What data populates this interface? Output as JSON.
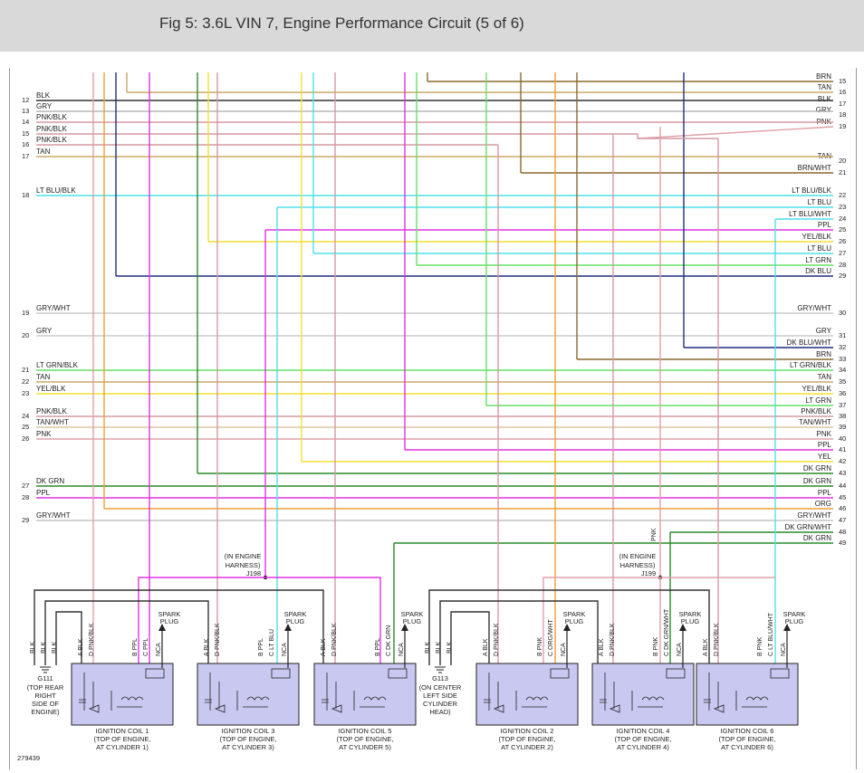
{
  "title": "Fig 5: 3.6L VIN 7, Engine Performance Circuit (5 of 6)",
  "figure_id": "279439",
  "left_wires": [
    {
      "num": "12",
      "color": "BLK"
    },
    {
      "num": "13",
      "color": "GRY"
    },
    {
      "num": "14",
      "color": "PNK/BLK"
    },
    {
      "num": "15",
      "color": "PNK/BLK"
    },
    {
      "num": "16",
      "color": "PNK/BLK"
    },
    {
      "num": "17",
      "color": "TAN"
    },
    {
      "num": "18",
      "color": "LT BLU/BLK"
    },
    {
      "num": "19",
      "color": "GRY/WHT"
    },
    {
      "num": "20",
      "color": "GRY"
    },
    {
      "num": "21",
      "color": "LT GRN/BLK"
    },
    {
      "num": "22",
      "color": "TAN"
    },
    {
      "num": "23",
      "color": "YEL/BLK"
    },
    {
      "num": "24",
      "color": "PNK/BLK"
    },
    {
      "num": "25",
      "color": "TAN/WHT"
    },
    {
      "num": "26",
      "color": "PNK"
    },
    {
      "num": "27",
      "color": "DK GRN"
    },
    {
      "num": "28",
      "color": "PPL"
    },
    {
      "num": "29",
      "color": "GRY/WHT"
    }
  ],
  "right_wires": [
    {
      "num": "15",
      "color": "BRN"
    },
    {
      "num": "16",
      "color": "TAN"
    },
    {
      "num": "17",
      "color": "BLK"
    },
    {
      "num": "18",
      "color": "GRY"
    },
    {
      "num": "19",
      "color": "PNK"
    },
    {
      "num": "20",
      "color": "TAN"
    },
    {
      "num": "21",
      "color": "BRN/WHT"
    },
    {
      "num": "22",
      "color": "LT BLU/BLK"
    },
    {
      "num": "23",
      "color": "LT BLU"
    },
    {
      "num": "24",
      "color": "LT BLU/WHT"
    },
    {
      "num": "25",
      "color": "PPL"
    },
    {
      "num": "26",
      "color": "YEL/BLK"
    },
    {
      "num": "27",
      "color": "LT BLU"
    },
    {
      "num": "28",
      "color": "LT GRN"
    },
    {
      "num": "29",
      "color": "DK BLU"
    },
    {
      "num": "30",
      "color": "GRY/WHT"
    },
    {
      "num": "31",
      "color": "GRY"
    },
    {
      "num": "32",
      "color": "DK BLU/WHT"
    },
    {
      "num": "33",
      "color": "BRN"
    },
    {
      "num": "34",
      "color": "LT GRN/BLK"
    },
    {
      "num": "35",
      "color": "TAN"
    },
    {
      "num": "36",
      "color": "YEL/BLK"
    },
    {
      "num": "37",
      "color": "LT GRN"
    },
    {
      "num": "38",
      "color": "PNK/BLK"
    },
    {
      "num": "39",
      "color": "TAN/WHT"
    },
    {
      "num": "40",
      "color": "PNK"
    },
    {
      "num": "41",
      "color": "PPL"
    },
    {
      "num": "42",
      "color": "YEL"
    },
    {
      "num": "43",
      "color": "DK GRN"
    },
    {
      "num": "44",
      "color": "DK GRN"
    },
    {
      "num": "45",
      "color": "PPL"
    },
    {
      "num": "46",
      "color": "ORG"
    },
    {
      "num": "47",
      "color": "GRY/WHT"
    },
    {
      "num": "48",
      "color": "DK GRN/WHT"
    },
    {
      "num": "49",
      "color": "DK GRN"
    }
  ],
  "harness": [
    {
      "text1": "(IN ENGINE",
      "text2": "HARNESS)",
      "conn": "J198"
    },
    {
      "text1": "(IN ENGINE",
      "text2": "HARNESS)",
      "conn": "J199"
    }
  ],
  "pnk_label": "PNK",
  "grounds": [
    {
      "id": "G111",
      "lines": [
        "(TOP REAR",
        "RIGHT",
        "SIDE OF",
        "ENGINE)"
      ]
    },
    {
      "id": "G113",
      "lines": [
        "(ON CENTER",
        "LEFT SIDE",
        "CYLINDER",
        "HEAD)"
      ]
    }
  ],
  "ground_pin_labels": [
    "BLK",
    "BLK",
    "BLK"
  ],
  "spark_plug": [
    "SPARK",
    "PLUG"
  ],
  "coils": [
    {
      "name": "IGNITION COIL 1",
      "loc1": "(TOP OF ENGINE,",
      "loc2": "AT CYLINDER 1)",
      "pins": [
        "A  BLK",
        "D  PNK/BLK",
        "B  PPL",
        "C  PPL",
        "NCA"
      ]
    },
    {
      "name": "IGNITION COIL 3",
      "loc1": "(TOP OF ENGINE,",
      "loc2": "AT CYLINDER 3)",
      "pins": [
        "A  BLK",
        "D  PNK/BLK",
        "B  PPL",
        "C  LT BLU",
        "NCA"
      ]
    },
    {
      "name": "IGNITION COIL 5",
      "loc1": "(TOP OF ENGINE,",
      "loc2": "AT CYLINDER 5)",
      "pins": [
        "A  BLK",
        "D  PNK/BLK",
        "B  PPL",
        "C  DK GRN",
        "NCA"
      ]
    },
    {
      "name": "IGNITION COIL 2",
      "loc1": "(TOP OF ENGINE,",
      "loc2": "AT CYLINDER 2)",
      "pins": [
        "A  BLK",
        "D  PNK/BLK",
        "B  PNK",
        "C  ORG/WHT",
        "NCA"
      ]
    },
    {
      "name": "IGNITION COIL 4",
      "loc1": "(TOP OF ENGINE,",
      "loc2": "AT CYLINDER 4)",
      "pins": [
        "A  BLK",
        "D  PNK/BLK",
        "B  PNK",
        "C  DK GRN/WHT",
        "NCA"
      ]
    },
    {
      "name": "IGNITION COIL 6",
      "loc1": "(TOP OF ENGINE,",
      "loc2": "AT CYLINDER 6)",
      "pins": [
        "A  BLK",
        "D  PNK/BLK",
        "B  PNK",
        "C  LT BLU/WHT",
        "NCA"
      ]
    }
  ],
  "wire_colors": {
    "BLK": "#333333",
    "GRY": "#b5b5b5",
    "PNK": "#e0a0a8",
    "PNK/BLK": "#d49aa2",
    "TAN": "#c8a86a",
    "LT BLU": "#4fe0e8",
    "DK BLU": "#1f2f7a",
    "LT GRN": "#66e066",
    "DK GRN": "#2a8a2a",
    "PPL": "#e033e0",
    "YEL": "#f0e030",
    "ORG": "#f0a030",
    "BRN": "#8a6a30"
  }
}
